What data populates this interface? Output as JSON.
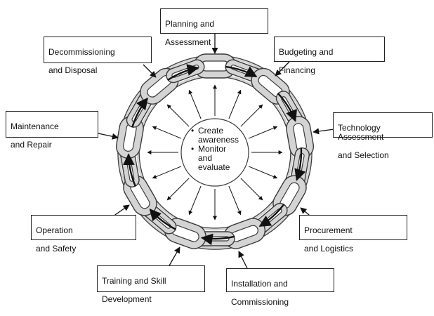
{
  "stages": {
    "planning": [
      "Planning and",
      "Assessment"
    ],
    "budgeting": [
      "Budgeting and",
      "Financing"
    ],
    "technology": [
      "Technology Assessment",
      "and Selection"
    ],
    "procurement": [
      "Procurement",
      "and Logistics"
    ],
    "installation": [
      "Installation and",
      "Commissioning"
    ],
    "training": [
      "Training and Skill",
      "Development"
    ],
    "operation": [
      "Operation",
      "and Safety"
    ],
    "maintenance": [
      "Maintenance",
      "and Repair"
    ],
    "decommissioning": [
      "Decommissioning",
      "and Disposal"
    ]
  },
  "center": {
    "bullet": "•",
    "item1": [
      "Create",
      "awareness"
    ],
    "item2": [
      "Monitor",
      "and",
      "evaluate"
    ]
  },
  "colors": {
    "chain_fill": "#d4d4d4",
    "chain_stroke": "#3a3a3a",
    "arrow": "#111111",
    "box_border": "#222222"
  }
}
